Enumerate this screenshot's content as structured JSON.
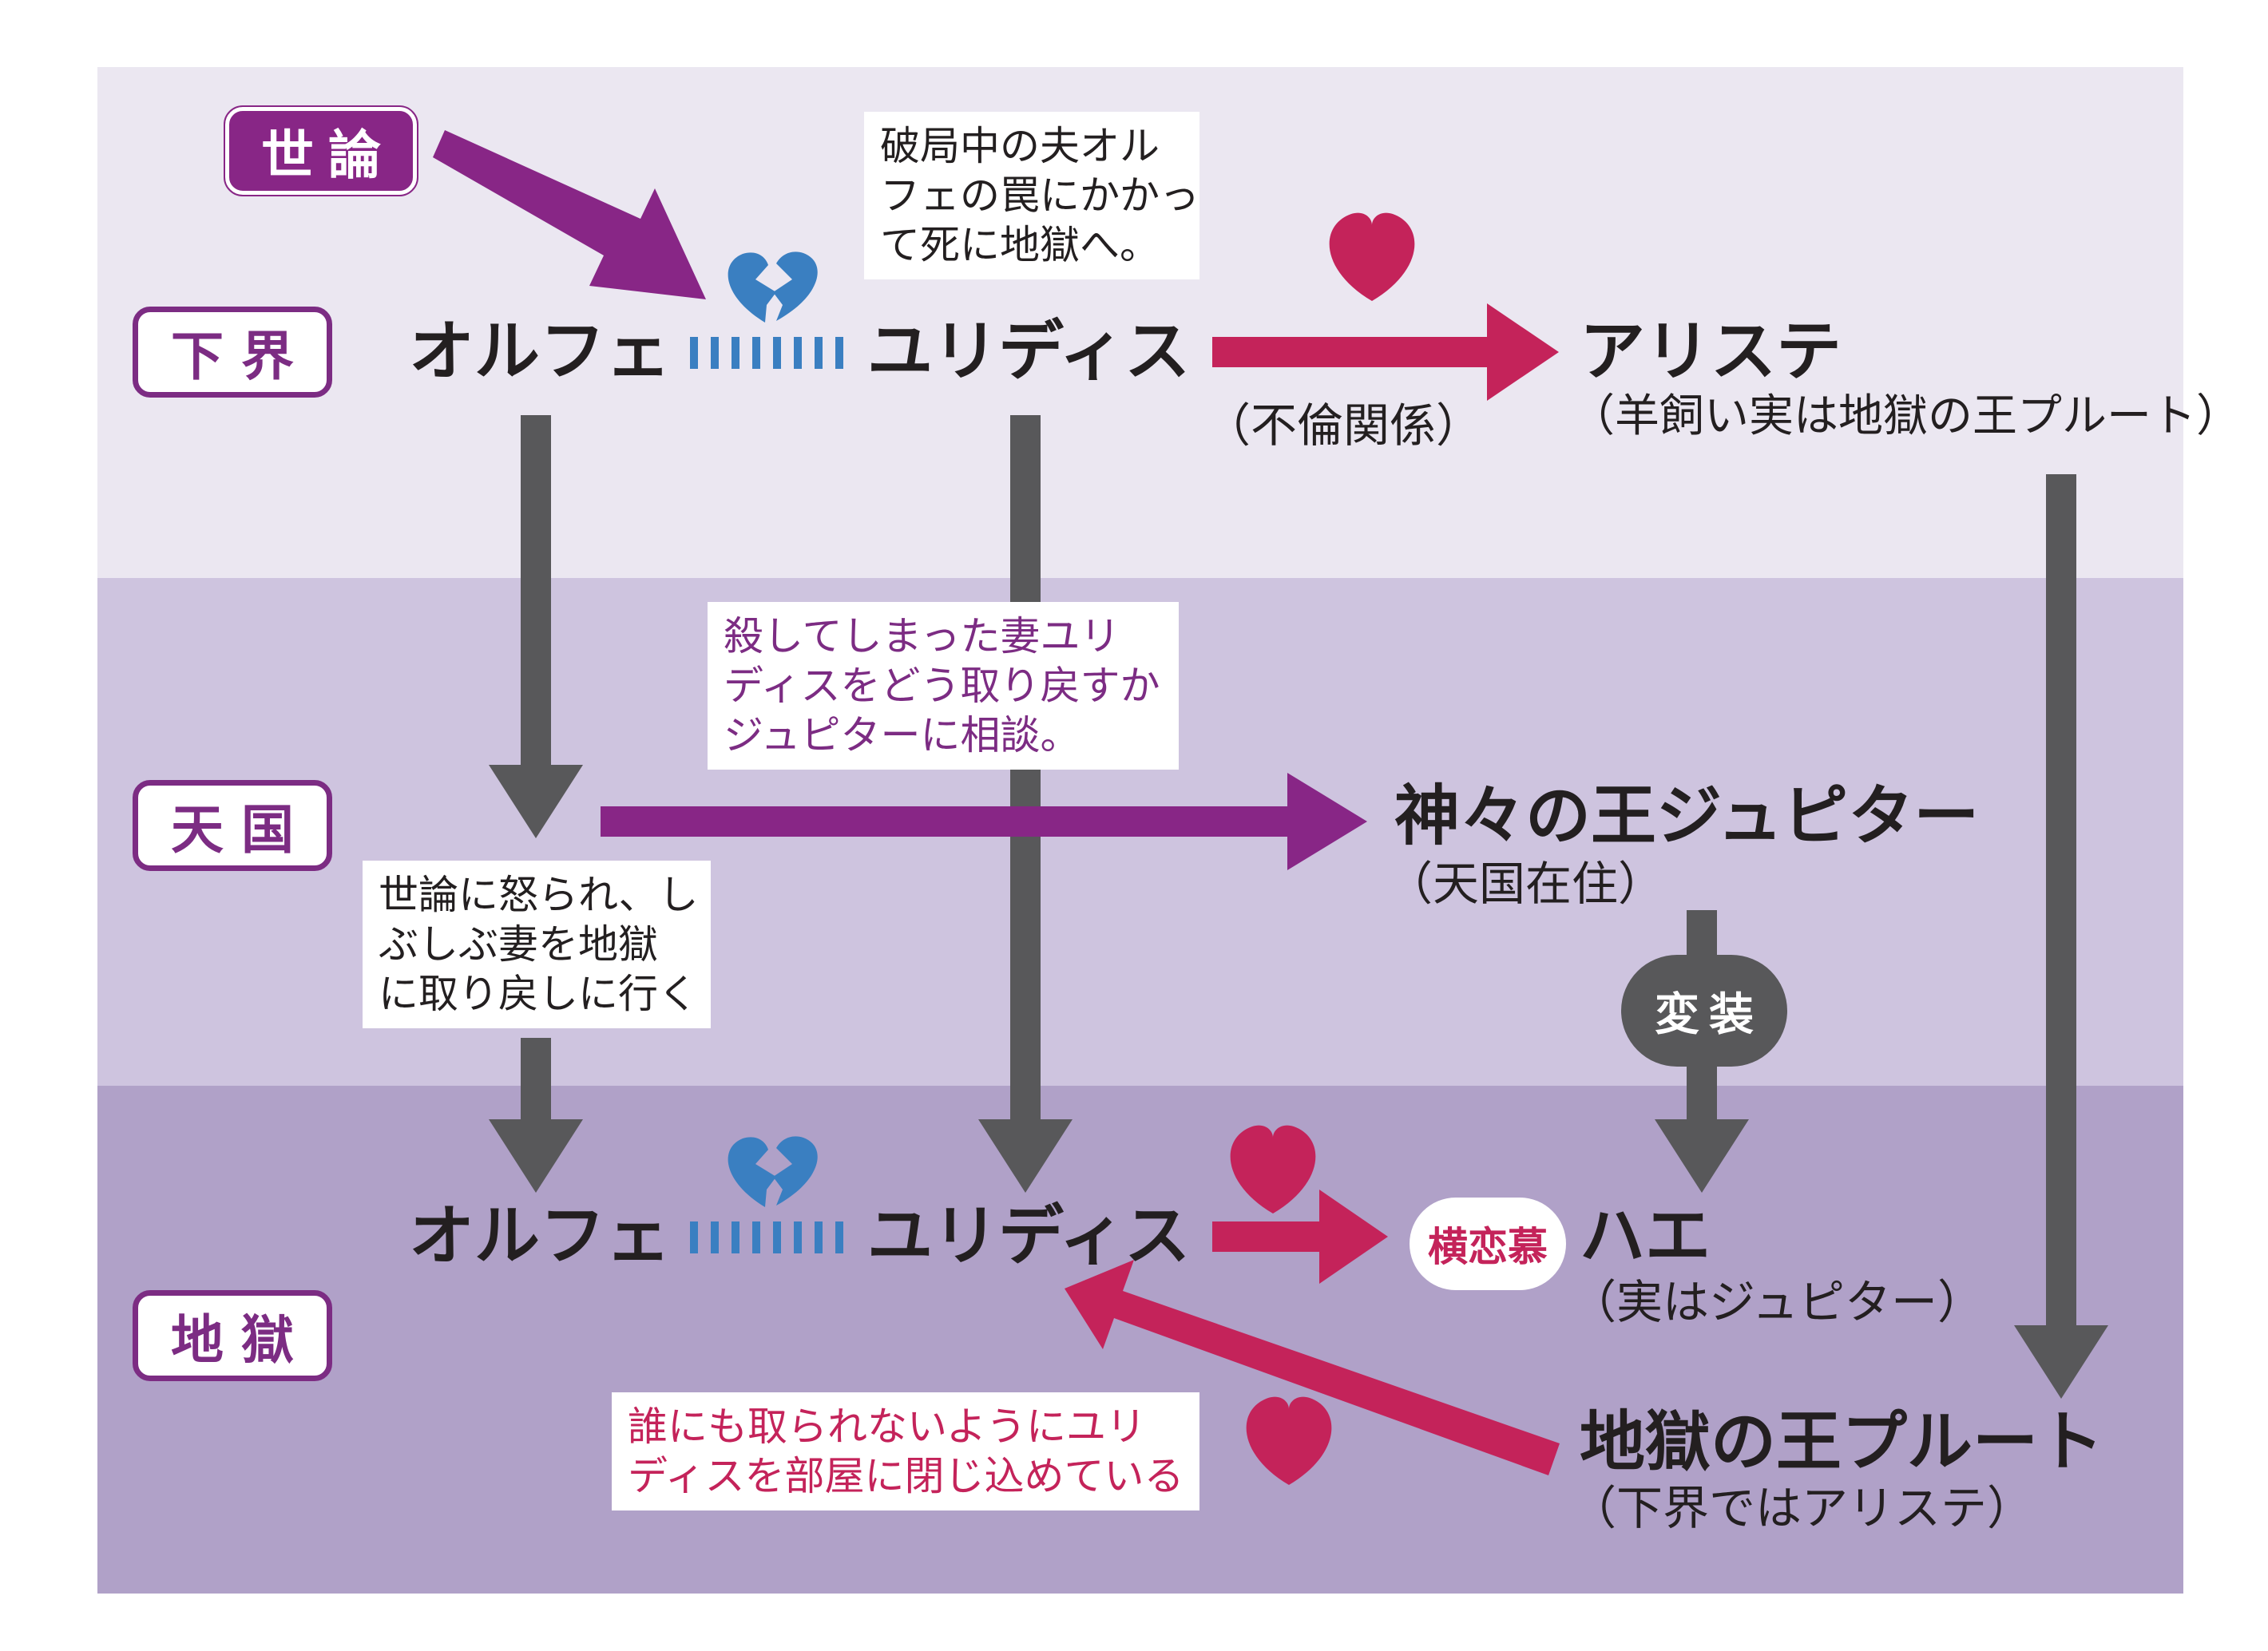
{
  "realms": {
    "gekai": "下界",
    "tengoku": "天国",
    "jigoku": "地獄"
  },
  "seron": "世論",
  "top": {
    "orphee": "オルフェ",
    "eurydice": "ユリディス",
    "aristee": "アリステ",
    "aristee_sub": "（羊飼い実は地獄の王プルート）",
    "affair": "（不倫関係）",
    "note": [
      "破局中の夫オル",
      "フェの罠にかかっ",
      "て死に地獄へ。"
    ]
  },
  "middle": {
    "note": [
      "殺してしまった妻ユリ",
      "ディスをどう取り戻すか",
      "ジュピターに相談。"
    ],
    "jupiter": "神々の王ジュピター",
    "jupiter_sub": "（天国在住）",
    "henso": "変装",
    "orphee_note": [
      "世論に怒られ、し",
      "ぶしぶ妻を地獄",
      "に取り戻しに行く"
    ]
  },
  "bottom": {
    "orphee": "オルフェ",
    "eurydice": "ユリディス",
    "yokorenbo": "横恋慕",
    "hae": "ハエ",
    "hae_sub": "（実はジュピター）",
    "pluto": "地獄の王プルート",
    "pluto_sub": "（下界ではアリステ）",
    "pluto_note": [
      "誰にも取られないようにユリ",
      "ディスを部屋に閉じ込めている"
    ]
  },
  "colors": {
    "purple": "#882686",
    "red": "#c4235a",
    "gray": "#58585a",
    "blue": "#3a7fc1"
  }
}
